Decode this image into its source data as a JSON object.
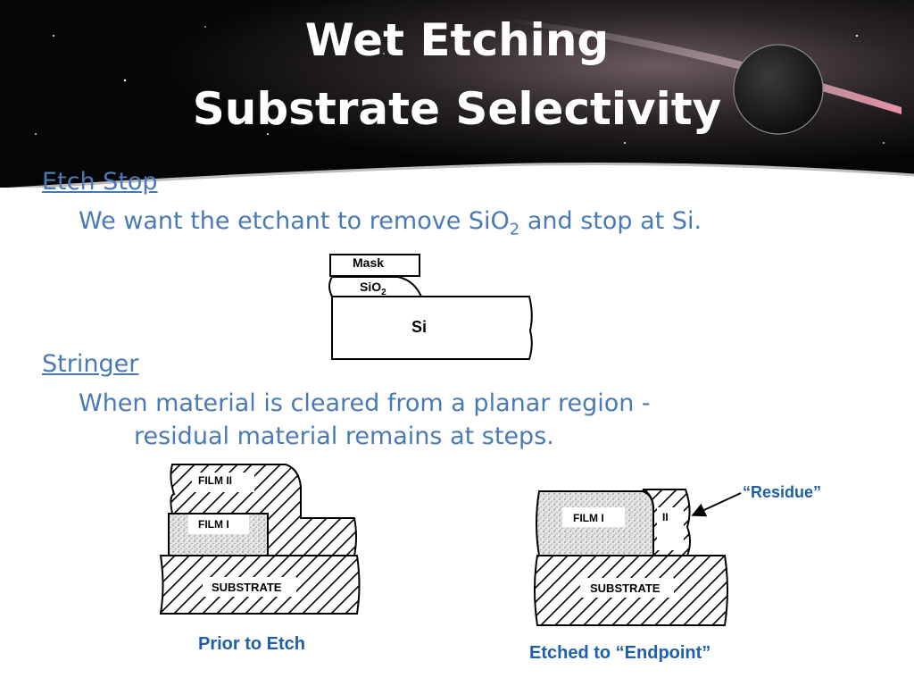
{
  "title": {
    "line1": "Wet Etching",
    "line2": "Substrate Selectivity"
  },
  "etch_stop": {
    "heading": "Etch Stop",
    "text_before": "We want the etchant to remove SiO",
    "subscript": "2",
    "text_after": " and stop at Si."
  },
  "diagram1": {
    "mask_label": "Mask",
    "sio2_label": "SiO",
    "sio2_sub": "2",
    "si_label": "Si"
  },
  "stringer": {
    "heading": "Stringer",
    "line1": "When material is cleared from a planar region -",
    "line2": "residual material remains at steps."
  },
  "diagram2": {
    "film2_label": "FILM II",
    "film1_label": "FILM I",
    "substrate_label": "SUBSTRATE",
    "caption": "Prior to Etch"
  },
  "diagram3": {
    "film1_label": "FILM I",
    "residue_short_label": "II",
    "substrate_label": "SUBSTRATE",
    "annotation": "“Residue”",
    "caption": "Etched to “Endpoint”"
  },
  "colors": {
    "text_blue": "#4a7ab5",
    "caption_blue": "#1f5fa8"
  }
}
